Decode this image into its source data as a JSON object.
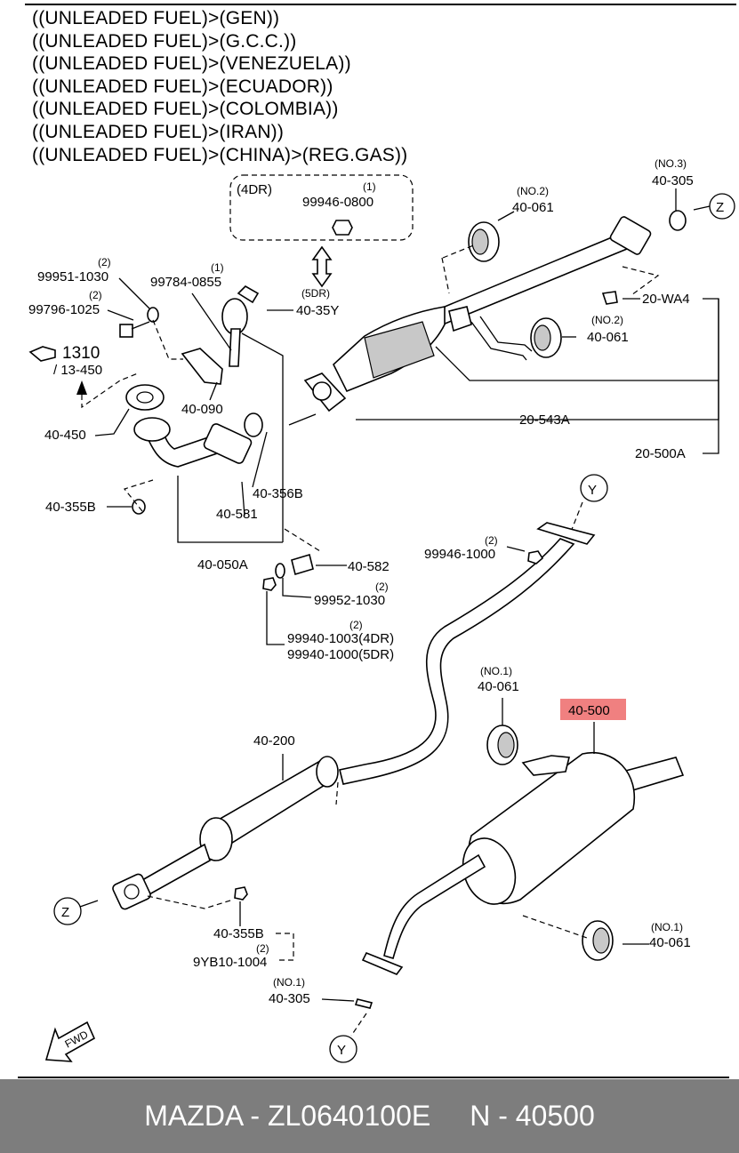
{
  "header_lines": [
    "((UNLEADED FUEL)>(GEN))",
    "((UNLEADED FUEL)>(G.C.C.))",
    "((UNLEADED FUEL)>(VENEZUELA))",
    "((UNLEADED FUEL)>(ECUADOR))",
    "((UNLEADED FUEL)>(COLOMBIA))",
    "((UNLEADED FUEL)>(IRAN))",
    "((UNLEADED FUEL)>(CHINA)>(REG.GAS))"
  ],
  "box_4dr": {
    "label": "(4DR)",
    "qty": "(1)",
    "part": "99946-0800"
  },
  "labels": {
    "no3": "(NO.3)",
    "p40_305a": "40-305",
    "z_top": "Z",
    "no2a": "(NO.2)",
    "p40_061a": "40-061",
    "q2a": "(2)",
    "p99951": "99951-1030",
    "q2b": "(2)",
    "p99796": "99796-1025",
    "q1a": "(1)",
    "p99784": "99784-0855",
    "dr5": "(5DR)",
    "p40_35y": "40-35Y",
    "p20_wa4": "20-WA4",
    "no2b": "(NO.2)",
    "p40_061b": "40-061",
    "p1310": "1310",
    "p13_450": "/ 13-450",
    "p40_090": "40-090",
    "p40_450": "40-450",
    "p20_543a": "20-543A",
    "p20_500a": "20-500A",
    "p40_356b": "40-356B",
    "p40_355b_a": "40-355B",
    "p40_581": "40-581",
    "y_top": "Y",
    "q2c": "(2)",
    "p99946_1000": "99946-1000",
    "p40_050a": "40-050A",
    "p40_582": "40-582",
    "q2d": "(2)",
    "p99952": "99952-1030",
    "q2e": "(2)",
    "p99940_4dr": "99940-1003(4DR)",
    "p99940_5dr": "99940-1000(5DR)",
    "no1a": "(NO.1)",
    "p40_061c": "40-061",
    "p40_500": "40-500",
    "p40_200": "40-200",
    "z_bottom": "Z",
    "p40_355b_b": "40-355B",
    "q2f": "(2)",
    "p9yb10": "9YB10-1004",
    "no1b": "(NO.1)",
    "p40_061d": "40-061",
    "no1c": "(NO.1)",
    "p40_305b": "40-305",
    "y_bottom": "Y",
    "fwd": "FWD"
  },
  "highlight_color": "#f08080",
  "footer": {
    "left": "MAZDA - ZL0640100E",
    "right": "N - 40500"
  }
}
